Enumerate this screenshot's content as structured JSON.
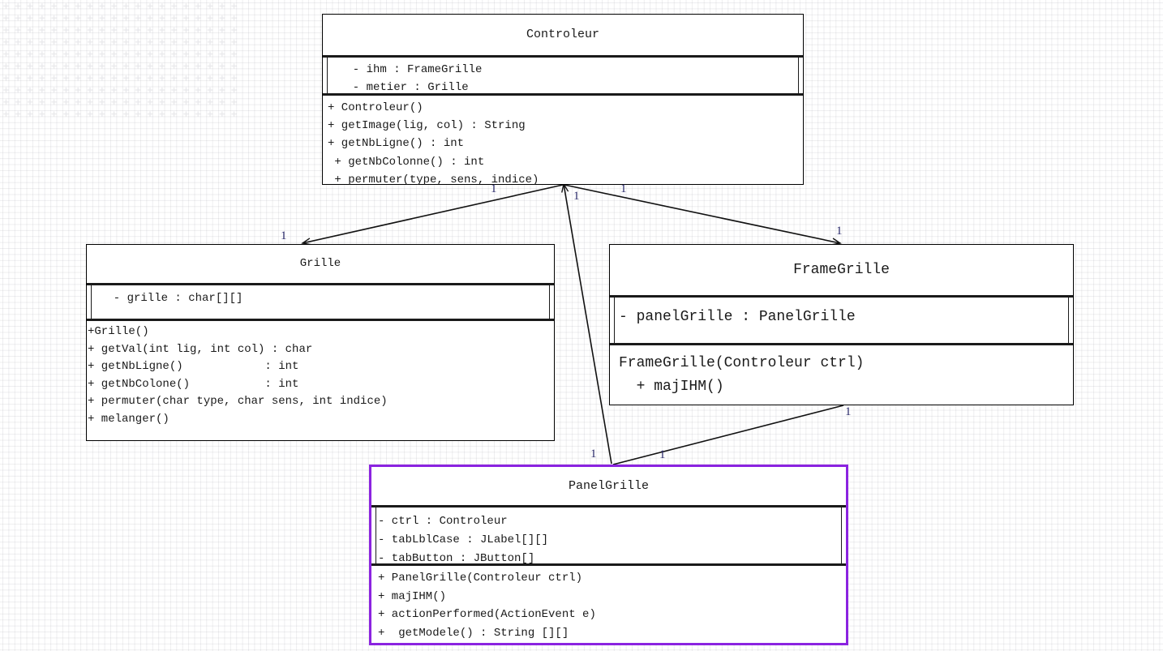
{
  "diagram": {
    "kind": "uml-class-diagram",
    "background_color": "#ffffff",
    "line_color": "#1a1a1a",
    "accent_color": "#8b23e0",
    "multiplicity_color": "#2a2a6a"
  },
  "classes": {
    "controleur": {
      "name": "Controleur",
      "attributes": [
        "  - ihm : FrameGrille",
        "  - metier : Grille"
      ],
      "operations": [
        "+ Controleur()",
        "+ getImage(lig, col) : String",
        "+ getNbLigne() : int",
        " + getNbColonne() : int",
        " + permuter(type, sens, indice)"
      ]
    },
    "grille": {
      "name": "Grille",
      "attributes": [
        "  - grille : char[][]"
      ],
      "operations": [
        "+Grille()",
        "+ getVal(int lig, int col) : char",
        "+ getNbLigne()            : int",
        "+ getNbColone()           : int",
        "+ permuter(char type, char sens, int indice)",
        "+ melanger()"
      ]
    },
    "framegrille": {
      "name": "FrameGrille",
      "attributes": [
        "- panelGrille : PanelGrille"
      ],
      "operations": [
        "FrameGrille(Controleur ctrl)",
        "  + majIHM()"
      ]
    },
    "panelgrille": {
      "name": "PanelGrille",
      "attributes": [
        "- ctrl : Controleur",
        "- tabLblCase : JLabel[][]",
        "- tabButton : JButton[]"
      ],
      "operations": [
        "+ PanelGrille(Controleur ctrl)",
        "+ majIHM()",
        "+ actionPerformed(ActionEvent e)",
        "+  getModele() : String [][]"
      ]
    }
  },
  "associations": [
    {
      "id": "controleur-grille",
      "from": "Controleur",
      "to": "Grille",
      "from_multiplicity": "1",
      "to_multiplicity": "1"
    },
    {
      "id": "controleur-framegrille",
      "from": "Controleur",
      "to": "FrameGrille",
      "from_multiplicity": "1",
      "to_multiplicity": "1"
    },
    {
      "id": "controleur-panelgrille",
      "from": "PanelGrille",
      "to": "Controleur",
      "from_multiplicity": "1",
      "to_multiplicity": "1"
    },
    {
      "id": "framegrille-panelgrille",
      "from": "FrameGrille",
      "to": "PanelGrille",
      "from_multiplicity": "1",
      "to_multiplicity": "1"
    }
  ],
  "multiplicity_labels": {
    "grille_top": "1",
    "controleur_left": "1",
    "controleur_center": "1",
    "controleur_right": "1",
    "framegrille_top": "1",
    "framegrille_bottom": "1",
    "panelgrille_left": "1",
    "panelgrille_right": "1"
  }
}
